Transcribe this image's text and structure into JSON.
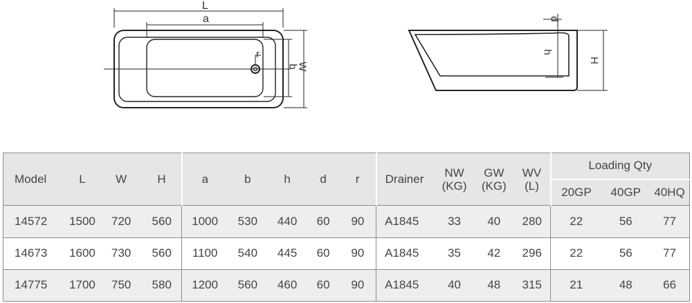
{
  "diagram": {
    "top_view_labels": {
      "L": "L",
      "a": "a",
      "r": "r",
      "b": "b",
      "W": "W"
    },
    "side_view_labels": {
      "d": "d",
      "h": "h",
      "H": "H"
    }
  },
  "table": {
    "headers": {
      "model": "Model",
      "L": "L",
      "W": "W",
      "H": "H",
      "a": "a",
      "b": "b",
      "h": "h",
      "d": "d",
      "r": "r",
      "drainer": "Drainer",
      "nw_top": "NW",
      "nw_unit": "(KG)",
      "gw_top": "GW",
      "gw_unit": "(KG)",
      "wv_top": "WV",
      "wv_unit": "(L)",
      "loading_qty": "Loading Qty",
      "gp20": "20GP",
      "gp40": "40GP",
      "hq40": "40HQ"
    },
    "rows": [
      {
        "model": "14572",
        "L": "1500",
        "W": "720",
        "H": "560",
        "a": "1000",
        "b": "530",
        "h": "440",
        "d": "60",
        "r": "90",
        "drainer": "A1845",
        "nw": "33",
        "gw": "40",
        "wv": "280",
        "gp20": "22",
        "gp40": "56",
        "hq40": "77"
      },
      {
        "model": "14673",
        "L": "1600",
        "W": "730",
        "H": "560",
        "a": "1100",
        "b": "540",
        "h": "445",
        "d": "60",
        "r": "90",
        "drainer": "A1845",
        "nw": "35",
        "gw": "42",
        "wv": "296",
        "gp20": "22",
        "gp40": "56",
        "hq40": "77"
      },
      {
        "model": "14775",
        "L": "1700",
        "W": "750",
        "H": "580",
        "a": "1200",
        "b": "560",
        "h": "460",
        "d": "60",
        "r": "90",
        "drainer": "A1845",
        "nw": "40",
        "gw": "48",
        "wv": "315",
        "gp20": "21",
        "gp40": "48",
        "hq40": "66"
      }
    ]
  }
}
